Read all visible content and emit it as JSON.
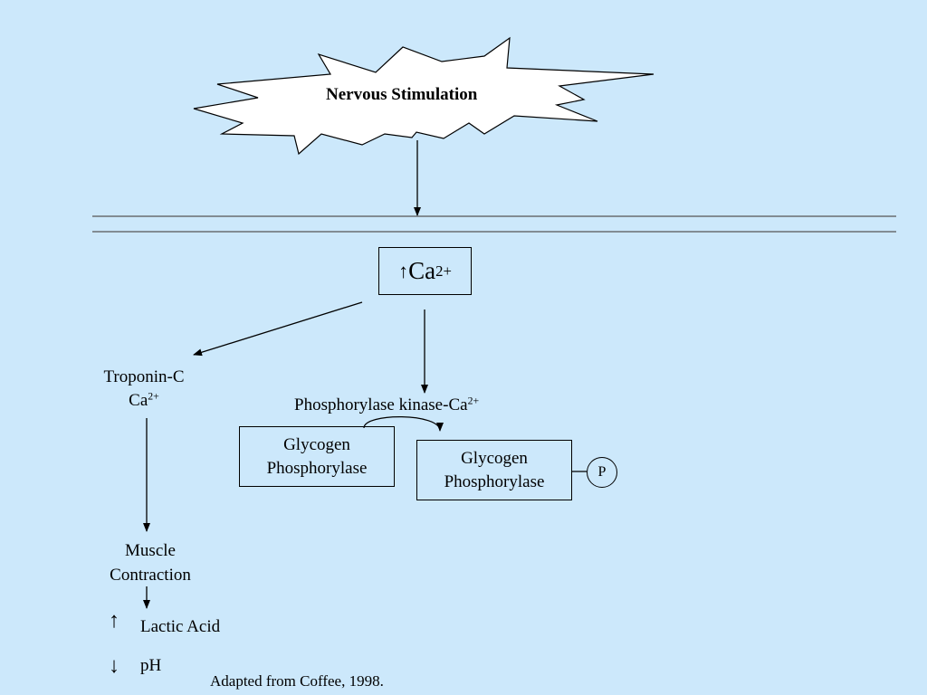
{
  "burst": {
    "label": "Nervous Stimulation"
  },
  "calcium_box": {
    "arrow": "↑",
    "ion": "Ca",
    "charge": "2+"
  },
  "troponin": {
    "line1": "Troponin-C",
    "ion": "Ca",
    "charge": "2+"
  },
  "kinase": {
    "label": "Phosphorylase kinase-Ca",
    "charge": "2+"
  },
  "glycogen_left": {
    "line1": "Glycogen",
    "line2": "Phosphorylase"
  },
  "glycogen_right": {
    "line1": "Glycogen",
    "line2": "Phosphorylase"
  },
  "phosphate": {
    "label": "P"
  },
  "muscle": {
    "line1": "Muscle",
    "line2": "Contraction"
  },
  "lactic": {
    "arrow": "↑",
    "label": "Lactic Acid"
  },
  "ph": {
    "arrow": "↓",
    "label": "pH"
  },
  "citation": "Adapted from Coffee, 1998."
}
